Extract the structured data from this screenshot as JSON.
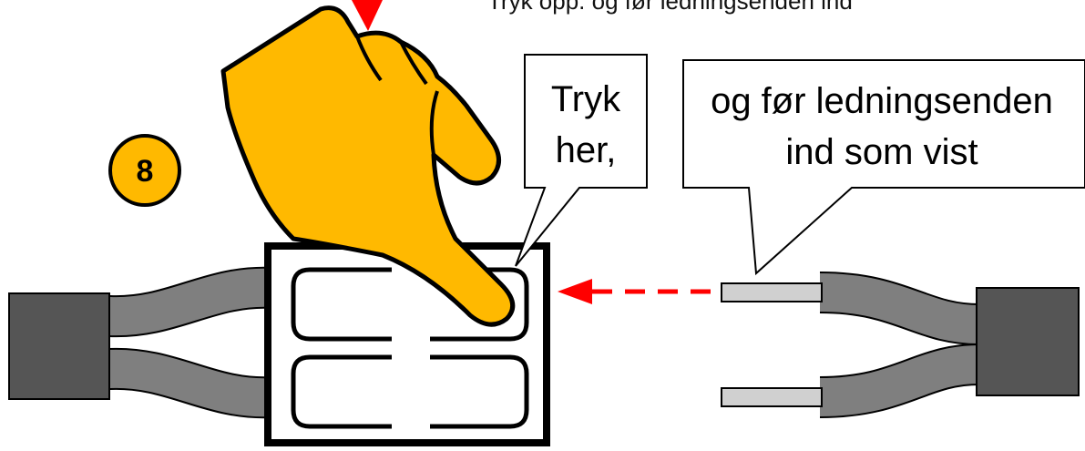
{
  "caption_top": "Tryk opp. og før ledningsenden ind",
  "step": {
    "number": "8"
  },
  "callouts": {
    "press": {
      "line1": "Tryk",
      "line2": "her,"
    },
    "insert": {
      "line1": "og før ledningsenden",
      "line2": "ind som vist"
    }
  },
  "colors": {
    "hand": "#ffb900",
    "outline": "#000000",
    "cable": "#7f7f7f",
    "cable_end": "#555555",
    "wire_tip": "#d0d0d0",
    "arrow": "#ff0000"
  }
}
